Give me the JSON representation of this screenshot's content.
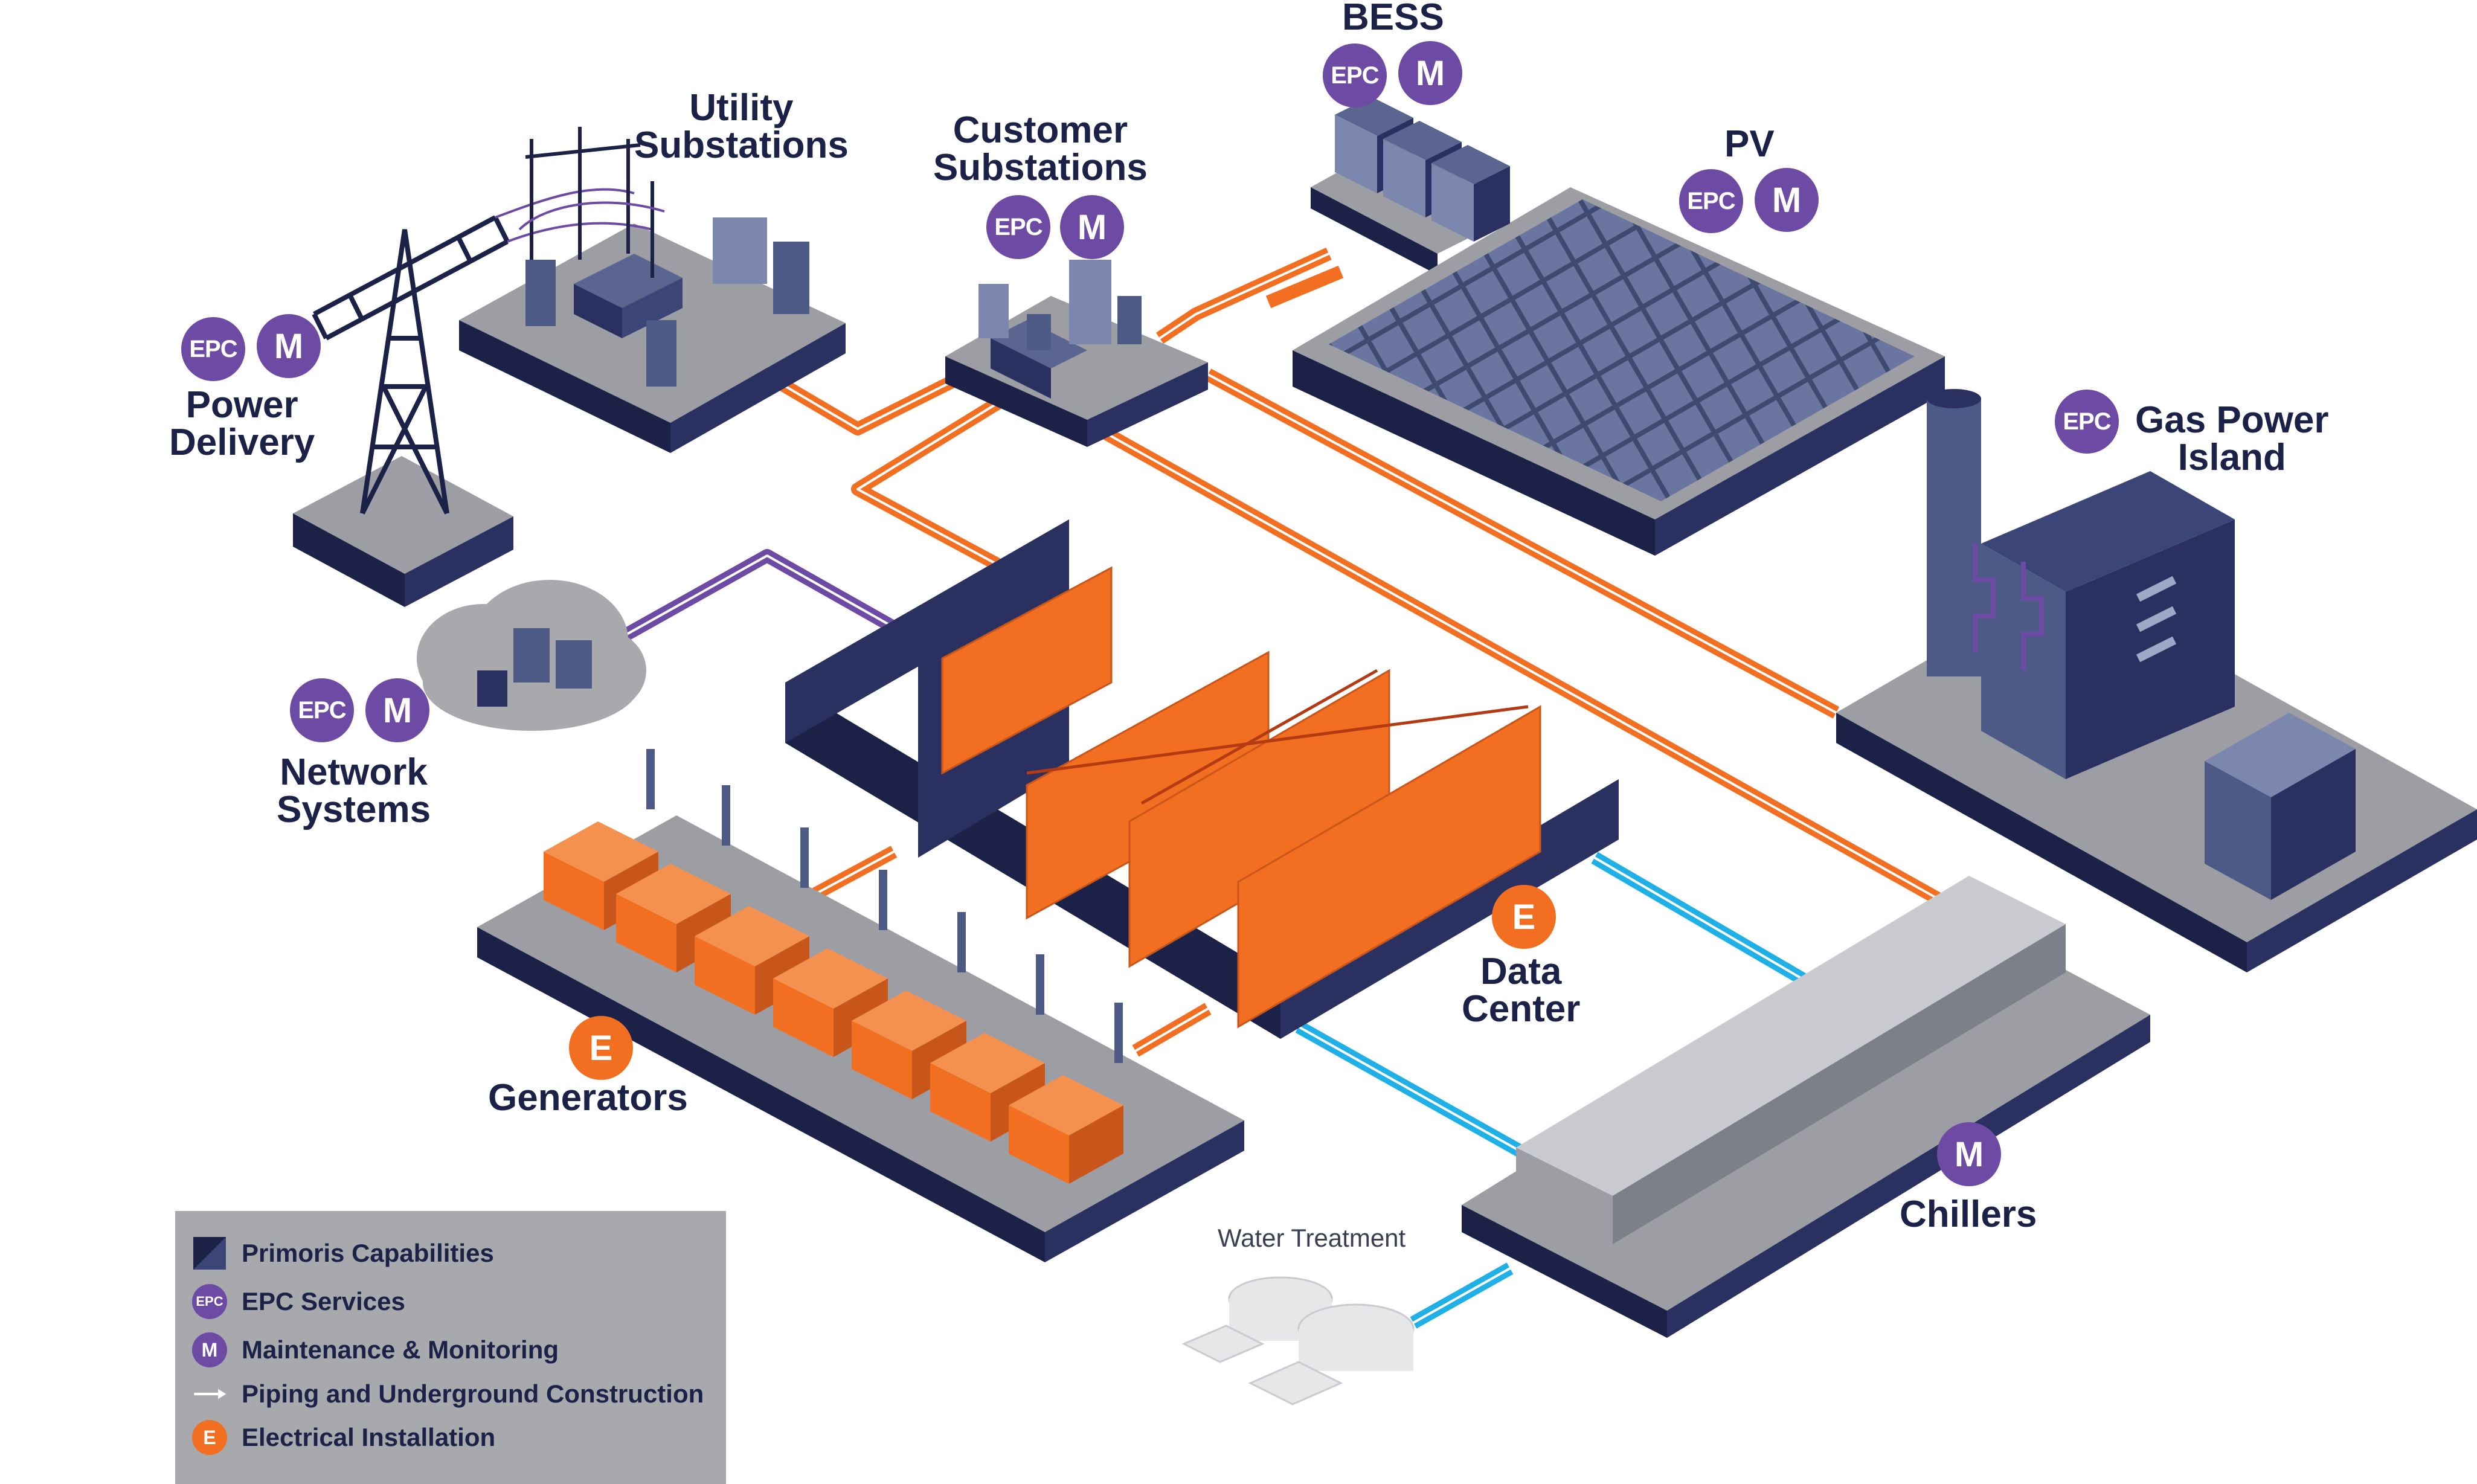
{
  "labels": {
    "power_delivery": [
      "Power",
      "Delivery"
    ],
    "utility_substations": [
      "Utility",
      "Substations"
    ],
    "customer_substations": [
      "Customer",
      "Substations"
    ],
    "bess": [
      "BESS"
    ],
    "pv": [
      "PV"
    ],
    "gas_power_island": [
      "Gas Power",
      "Island"
    ],
    "network_systems": [
      "Network",
      "Systems"
    ],
    "data_center": [
      "Data",
      "Center"
    ],
    "generators": [
      "Generators"
    ],
    "chillers": [
      "Chillers"
    ],
    "water_treatment": "Water Treatment"
  },
  "badges": {
    "epc": "EPC",
    "m": "M",
    "e": "E"
  },
  "legend": {
    "items": [
      {
        "icon": "primoris-square-icon",
        "label": "Primoris Capabilities"
      },
      {
        "icon": "epc-circle-icon",
        "label": "EPC Services"
      },
      {
        "icon": "m-circle-icon",
        "label": "Maintenance & Monitoring"
      },
      {
        "icon": "arrow-right-icon",
        "label": "Piping and Underground Construction"
      },
      {
        "icon": "e-circle-icon",
        "label": "Electrical Installation"
      }
    ]
  },
  "colors": {
    "navy": "#1b2147",
    "platform_top": "#9c9ea4",
    "orange": "#f26f21",
    "purple": "#6d4ba4",
    "cyan": "#1eb0e6",
    "panel": "#4d5a85",
    "legend_bg": "#a7a9ac"
  }
}
